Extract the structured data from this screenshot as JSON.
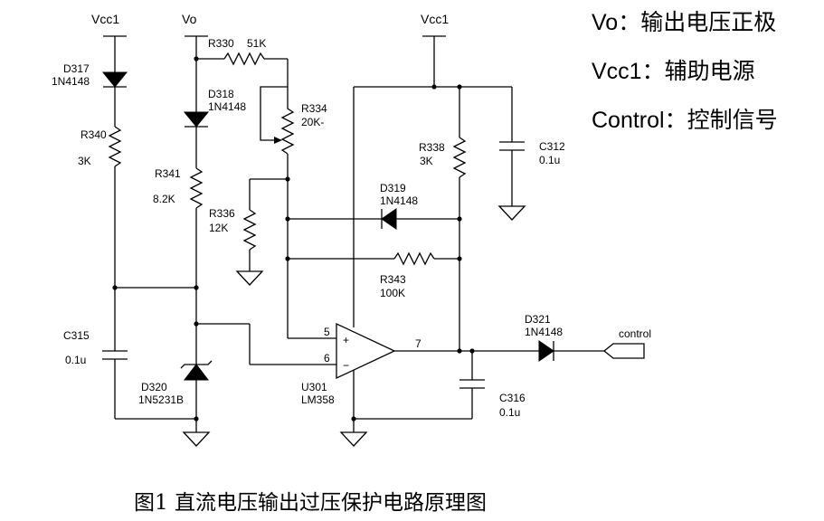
{
  "power": {
    "vcc1_left": "Vcc1",
    "vo": "Vo",
    "vcc1_right": "Vcc1"
  },
  "components": {
    "d317": {
      "ref": "D317",
      "part": "1N4148"
    },
    "r340": {
      "ref": "R340",
      "value": "3K"
    },
    "c315": {
      "ref": "C315",
      "value": "0.1u"
    },
    "r330": {
      "ref": "R330",
      "value": "51K"
    },
    "d318": {
      "ref": "D318",
      "part": "1N4148"
    },
    "r341": {
      "ref": "R341",
      "value": "8.2K"
    },
    "r334": {
      "ref": "R334",
      "value": "20K-"
    },
    "r336": {
      "ref": "R336",
      "value": "12K"
    },
    "d320": {
      "ref": "D320",
      "part": "1N5231B"
    },
    "r338": {
      "ref": "R338",
      "value": "3K"
    },
    "c312": {
      "ref": "C312",
      "value": "0.1u"
    },
    "d319": {
      "ref": "D319",
      "part": "1N4148"
    },
    "r343": {
      "ref": "R343",
      "value": "100K"
    },
    "u301": {
      "ref": "U301",
      "part": "LM358",
      "pin_plus": "5",
      "pin_minus": "6",
      "pin_out": "7",
      "sym_plus": "+",
      "sym_minus": "−"
    },
    "d321": {
      "ref": "D321",
      "part": "1N4148"
    },
    "c316": {
      "ref": "C316",
      "value": "0.1u"
    },
    "control": {
      "label": "control"
    }
  },
  "legend": [
    {
      "label": "Vo：输出电压正极"
    },
    {
      "label": "Vcc1：辅助电源"
    },
    {
      "label": "Control：控制信号"
    }
  ],
  "caption": "图1 直流电压输出过压保护电路原理图"
}
